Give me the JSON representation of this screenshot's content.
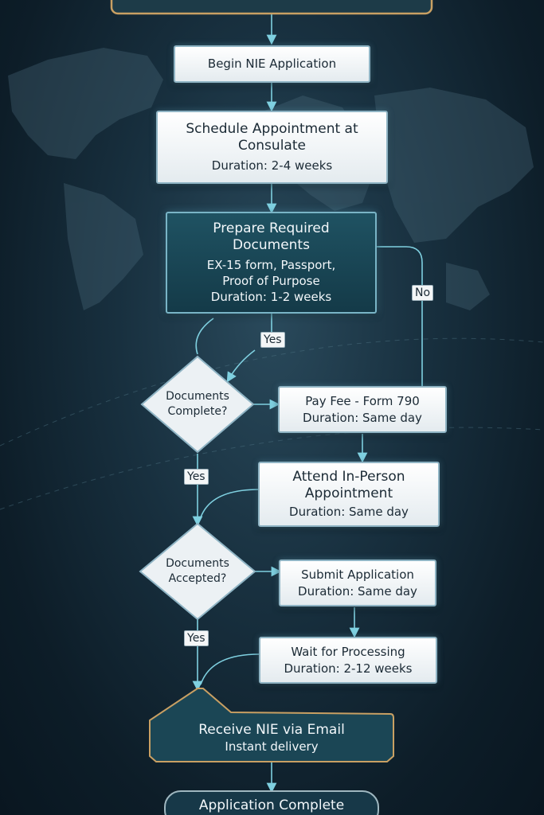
{
  "flow": {
    "begin": {
      "label": "Begin NIE Application"
    },
    "schedule": {
      "title": "Schedule Appointment at Consulate",
      "duration": "Duration: 2-4 weeks"
    },
    "prepare": {
      "title": "Prepare Required Documents",
      "detail": "EX-15 form, Passport, Proof of Purpose",
      "duration": "Duration: 1-2 weeks"
    },
    "decision_complete": {
      "label": "Documents Complete?"
    },
    "pay_fee": {
      "title": "Pay Fee - Form 790",
      "duration": "Duration: Same day"
    },
    "attend": {
      "title": "Attend In-Person Appointment",
      "duration": "Duration: Same day"
    },
    "decision_accepted": {
      "label": "Documents Accepted?"
    },
    "submit": {
      "title": "Submit Application",
      "duration": "Duration: Same day"
    },
    "wait": {
      "title": "Wait for Processing",
      "duration": "Duration: 2-12 weeks"
    },
    "receive": {
      "title": "Receive NIE via Email",
      "detail": "Instant delivery"
    },
    "complete": {
      "label": "Application Complete"
    }
  },
  "labels": {
    "yes_top": "Yes",
    "no_right": "No",
    "yes_mid": "Yes",
    "yes_bottom": "Yes"
  },
  "colors": {
    "connector": "#7fd0e0",
    "gold_frame": "#c9a063",
    "box_border": "#8fb4c4",
    "dark_box": "#1f5262"
  }
}
